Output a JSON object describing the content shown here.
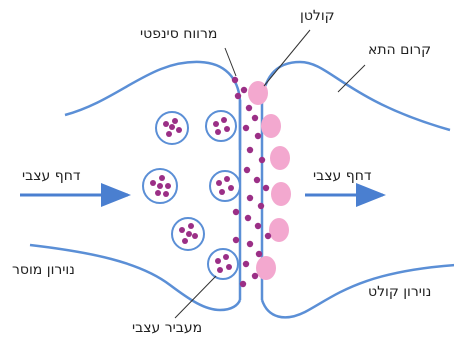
{
  "colors": {
    "membrane": "#5b8fd6",
    "arrow": "#4a7fd0",
    "vesicle_outline": "#5b8fd6",
    "transmitter": "#9b2f86",
    "receptor": "#f3a8cf",
    "text": "#222222"
  },
  "labels": {
    "receptor": "קולטן",
    "synaptic_cleft": "מרווח סינפטי",
    "cell_membrane": "קרום התא",
    "impulse_left": "דחף עצבי",
    "impulse_right": "דחף עצבי",
    "presynaptic_neuron": "נוירון מוסר",
    "postsynaptic_neuron": "נוירון קולט",
    "neurotransmitter": "מעביר עצבי"
  }
}
